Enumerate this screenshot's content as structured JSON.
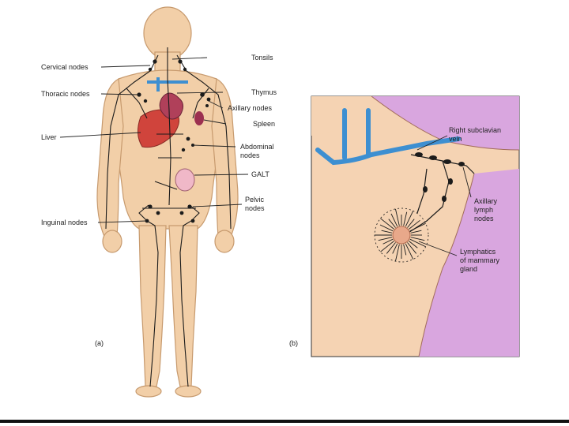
{
  "panel_a": {
    "labels": {
      "cervical": "Cervical nodes",
      "thoracic": "Thoracic nodes",
      "liver": "Liver",
      "inguinal": "Inguinal nodes",
      "tonsils": "Tonsils",
      "thymus": "Thymus",
      "axillary": "Axillary nodes",
      "spleen": "Spleen",
      "abdominal_1": "Abdominal",
      "abdominal_2": "nodes",
      "galt": "GALT",
      "pelvic_1": "Pelvic",
      "pelvic_2": "nodes"
    },
    "caption": "(a)"
  },
  "panel_b": {
    "labels": {
      "subclavian_1": "Right subclavian",
      "subclavian_2": "vein",
      "axillary_lymph_1": "Axillary",
      "axillary_lymph_2": "lymph",
      "axillary_lymph_3": "nodes",
      "mammary_1": "Lymphatics",
      "mammary_2": "of mammary",
      "mammary_3": "gland"
    },
    "caption": "(b)"
  },
  "colors": {
    "skin": "#f2cfa8",
    "skin_outline": "#c79a6e",
    "vessel": "#1b1b1b",
    "vein": "#3d8fd1",
    "liver": "#d0443c",
    "heart": "#b0405a",
    "panel_b_bg": "#d9a6df",
    "panel_b_breast": "#f5d3b3"
  }
}
